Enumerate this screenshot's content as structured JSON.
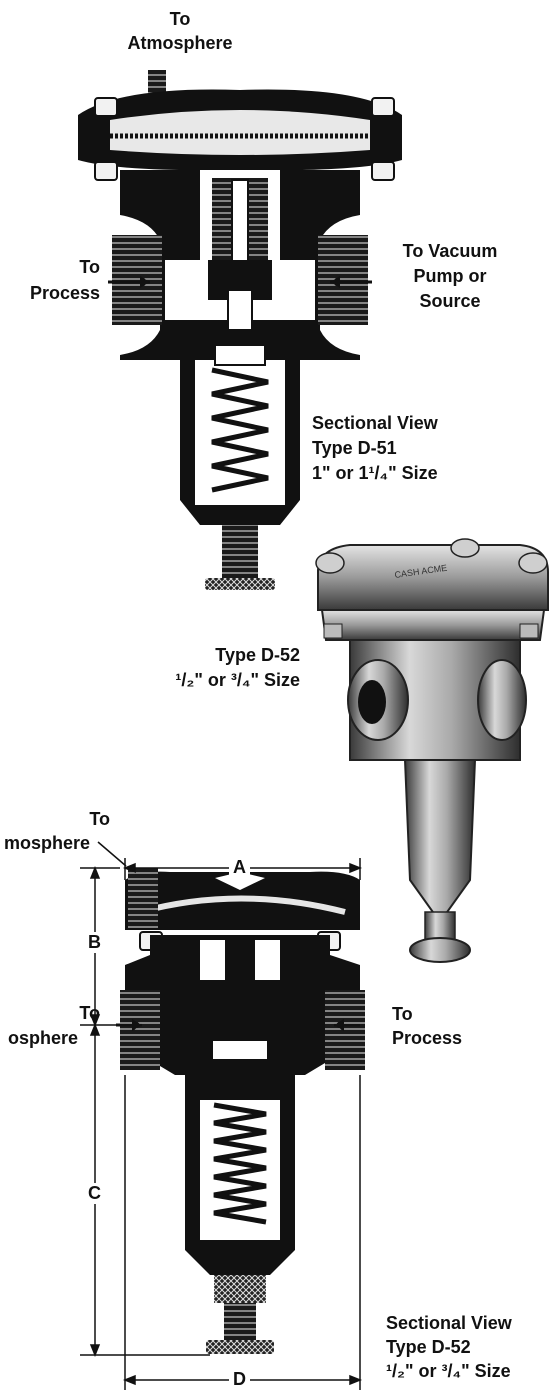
{
  "labels": {
    "top_to": "To",
    "top_atmosphere": "Atmosphere",
    "to_process_1": "To",
    "to_process_2": "Process",
    "vacuum_1": "To Vacuum",
    "vacuum_2": "Pump or",
    "vacuum_3": "Source",
    "sec1_line1": "Sectional View",
    "sec1_line2": "Type D-51",
    "sec1_line3": "1\" or 1¹/₄\" Size",
    "d52_line1": "Type D-52",
    "d52_line2": "¹/₂\" or ³/₄\" Size",
    "lower_to_1": "To",
    "lower_atm_1": "mosphere",
    "lower_to_2": "To",
    "lower_atm_2": "osphere",
    "lower_to_process_1": "To",
    "lower_to_process_2": "Process",
    "sec2_line1": "Sectional View",
    "sec2_line2": "Type D-52",
    "sec2_line3": "¹/₂\" or ³/₄\" Size"
  },
  "dimensions": {
    "a": "A",
    "b": "B",
    "c": "C",
    "d": "D"
  },
  "colors": {
    "ink": "#111111",
    "metal_light": "#d8d8d8",
    "metal_mid": "#a9a9a9",
    "metal_dark": "#5a5a5a"
  }
}
